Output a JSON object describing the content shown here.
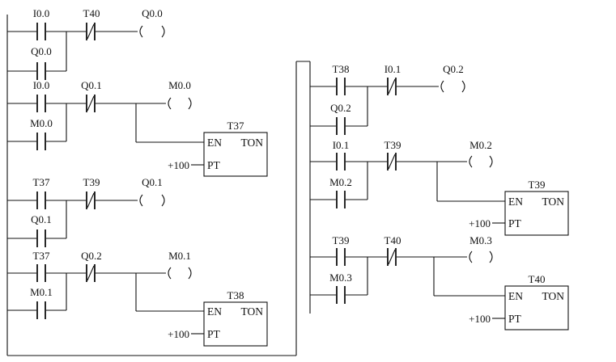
{
  "diagram_type": "PLC ladder diagram",
  "left": {
    "rung1": {
      "c1": "I0.0",
      "c2": "T40",
      "coil": "Q0.0",
      "p1": "Q0.0"
    },
    "rung2": {
      "c1": "I0.0",
      "c2": "Q0.1",
      "coil": "M0.0",
      "p1": "M0.0",
      "timer": {
        "name": "T37",
        "en": "EN",
        "ton": "TON",
        "pt": "PT",
        "preset": "+100"
      }
    },
    "rung3": {
      "c1": "T37",
      "c2": "T39",
      "coil": "Q0.1",
      "p1": "Q0.1"
    },
    "rung4": {
      "c1": "T37",
      "c2": "Q0.2",
      "coil": "M0.1",
      "p1": "M0.1",
      "timer": {
        "name": "T38",
        "en": "EN",
        "ton": "TON",
        "pt": "PT",
        "preset": "+100"
      }
    }
  },
  "right": {
    "rung1": {
      "c1": "T38",
      "c2": "I0.1",
      "coil": "Q0.2",
      "p1": "Q0.2"
    },
    "rung2": {
      "c1": "I0.1",
      "c2": "T39",
      "coil": "M0.2",
      "p1": "M0.2",
      "timer": {
        "name": "T39",
        "en": "EN",
        "ton": "TON",
        "pt": "PT",
        "preset": "+100"
      }
    },
    "rung3": {
      "c1": "T39",
      "c2": "T40",
      "coil": "M0.3",
      "p1": "M0.3",
      "timer": {
        "name": "T40",
        "en": "EN",
        "ton": "TON",
        "pt": "PT",
        "preset": "+100"
      }
    }
  }
}
